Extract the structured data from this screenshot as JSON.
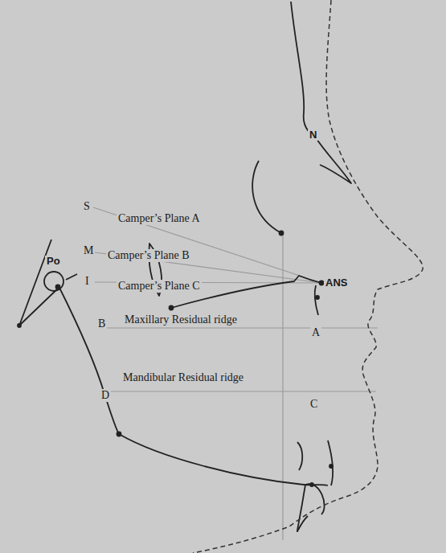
{
  "diagram": {
    "labels": [
      "N",
      "S",
      "Camper’s Plane A",
      "M",
      "Camper’s Plane B",
      "I",
      "Camper’s Plane C",
      "Po",
      "ANS",
      "B",
      "Maxillary Residual ridge",
      "A",
      "Mandibular Residual ridge",
      "D",
      "C"
    ]
  }
}
